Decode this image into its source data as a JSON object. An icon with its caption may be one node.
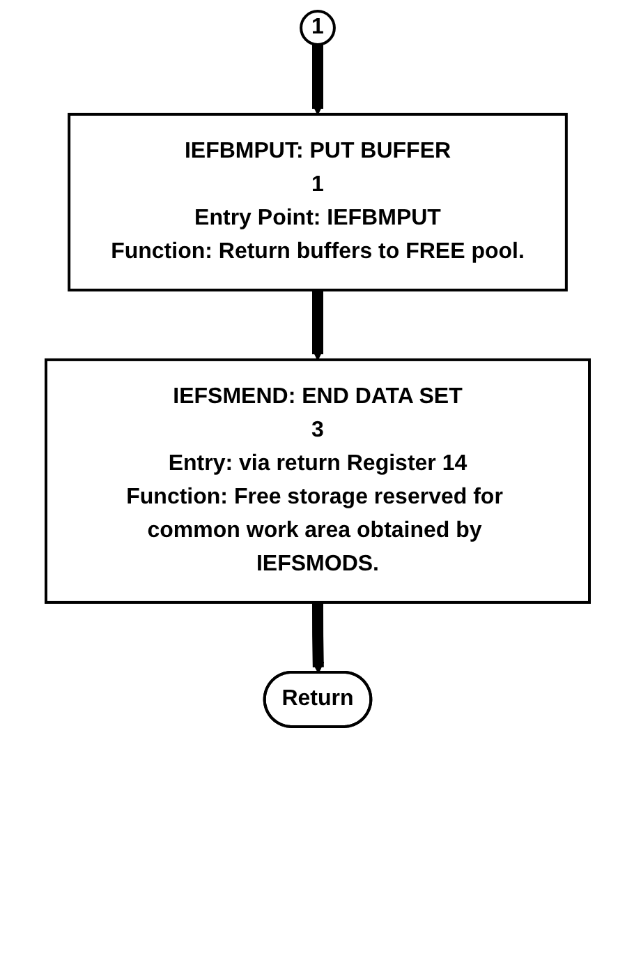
{
  "diagram": {
    "nodes": [
      {
        "text": [
          "1"
        ]
      },
      {
        "text": [
          "IEFBMPUT: PUT BUFFER",
          "1",
          "Entry Point: IEFBMPUT",
          "Function: Return buffers to FREE pool."
        ]
      },
      {
        "text": [
          "IEFSMEND: END DATA SET",
          "3",
          "Entry: via return Register 14",
          "Function: Free storage reserved for common work area obtained by IEFSMODS."
        ]
      },
      {
        "text": [
          "Return"
        ]
      }
    ],
    "edges": [
      {
        "from": 0,
        "to": 1,
        "arrow": "to"
      },
      {
        "from": 1,
        "to": 2,
        "arrow": "to"
      },
      {
        "from": 2,
        "to": 3,
        "arrow": "to"
      }
    ]
  }
}
